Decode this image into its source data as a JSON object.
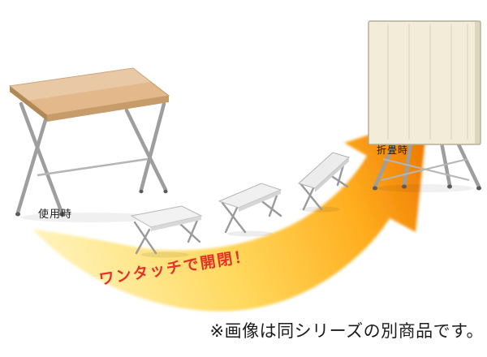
{
  "labels": {
    "in_use": "使用時",
    "folded": "折畳時",
    "one_touch": "ワンタッチで開閉！",
    "disclaimer": "※画像は同シリーズの別商品です。"
  },
  "colors": {
    "arrow_start": "#fff6c4",
    "arrow_mid": "#ffd95e",
    "arrow_end": "#ef7a00",
    "accent_red": "#e53226",
    "table_top": "#e3b98c",
    "table_edge": "#c79c6b",
    "panel": "#f2ecd8",
    "metal": "#9e9e9e",
    "text": "#1c1c1c"
  },
  "figures": {
    "arrow": "one-touch-arrow",
    "open_table": "open-table-figure",
    "folded_table": "folded-table-figure",
    "transition_tables": [
      "transition-step-1",
      "transition-step-2",
      "transition-step-3"
    ]
  }
}
